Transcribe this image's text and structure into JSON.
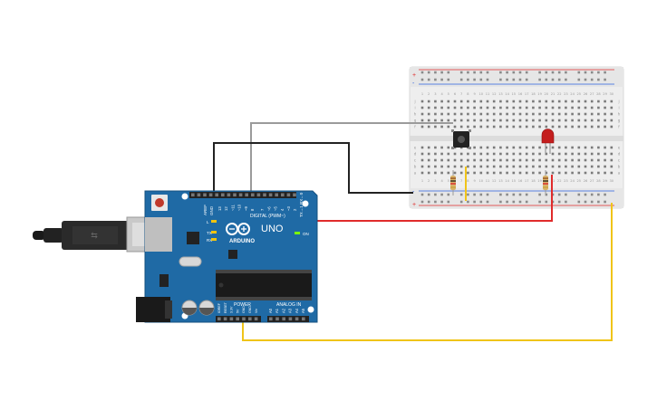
{
  "board": {
    "brand": "ARDUINO",
    "model": "UNO",
    "digital_label": "DIGITAL (PWM~)",
    "tx_label": "TX",
    "rx_label": "RX",
    "tx_rx_group": "TX→1 RX←0",
    "led_l_label": "L",
    "on_label": "ON",
    "power_label": "POWER",
    "analog_label": "ANALOG IN",
    "aref_label": "AREF",
    "gnd_label": "GND",
    "pin_labels_left": [
      "13",
      "12",
      "~11",
      "~10",
      "~9",
      "8"
    ],
    "pin_labels_right": [
      "7",
      "~6",
      "~5",
      "4",
      "~3",
      "2"
    ],
    "power_pins": [
      "IOREF",
      "RESET",
      "3.3V",
      "5V",
      "GND",
      "GND",
      "Vin"
    ],
    "analog_pins": [
      "A0",
      "A1",
      "A2",
      "A3",
      "A4",
      "A5"
    ]
  },
  "breadboard": {
    "rail_plus": "+",
    "rail_minus": "-",
    "row_letters_top": [
      "j",
      "i",
      "h",
      "g",
      "f"
    ],
    "row_letters_bottom": [
      "e",
      "d",
      "c",
      "b",
      "a"
    ],
    "column_numbers": [
      "1",
      "2",
      "3",
      "4",
      "5",
      "6",
      "7",
      "8",
      "9",
      "10",
      "11",
      "12",
      "13",
      "14",
      "15",
      "16",
      "17",
      "18",
      "19",
      "20",
      "21",
      "22",
      "23",
      "24",
      "25",
      "26",
      "27",
      "28",
      "29",
      "30"
    ]
  },
  "components": {
    "button": "pushbutton-icon",
    "led": "red-led-icon",
    "resistor": "resistor-icon",
    "usb": "usb-cable-icon"
  },
  "wires": [
    {
      "name": "wire-gray-pin8",
      "color": "#9b9b9b"
    },
    {
      "name": "wire-black-gnd",
      "color": "#222222"
    },
    {
      "name": "wire-red-pin13",
      "color": "#e02b2b"
    },
    {
      "name": "wire-yellow-5v",
      "color": "#f0c419"
    },
    {
      "name": "wire-yellow-button",
      "color": "#f0c419"
    }
  ],
  "colors": {
    "board_blue": "#1f6aa5",
    "board_dark": "#15507f",
    "breadboard_body": "#f2f2f2",
    "rail_red": "#e02b2b",
    "rail_blue": "#2b5fe0"
  }
}
